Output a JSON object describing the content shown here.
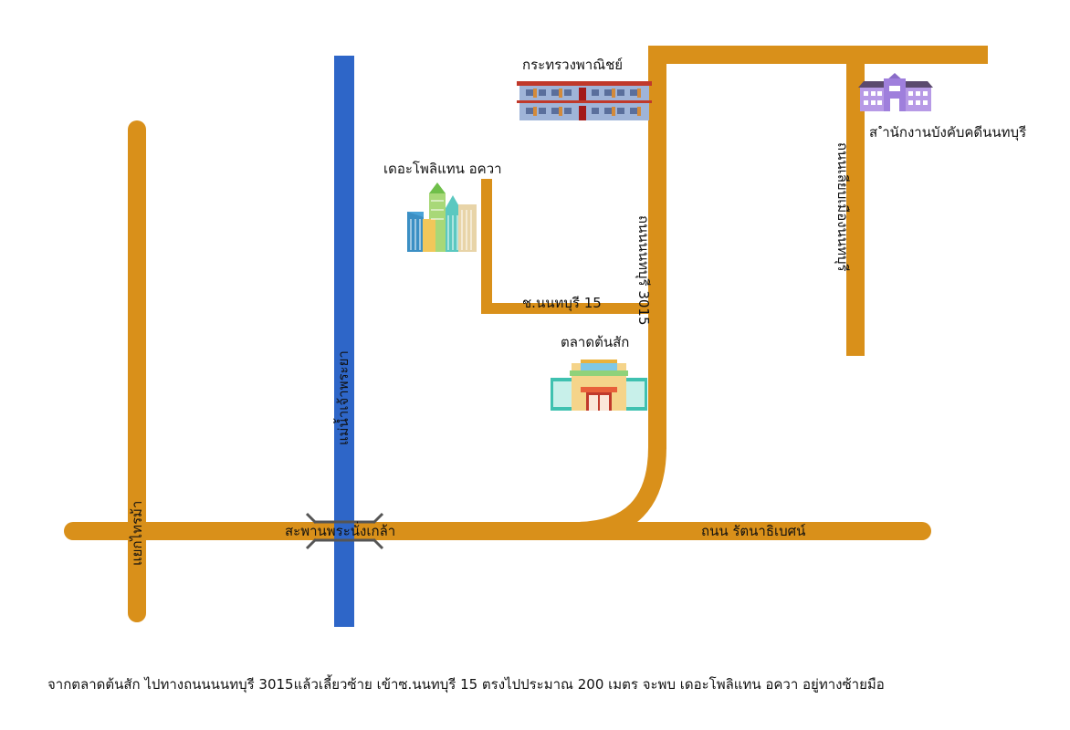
{
  "colors": {
    "road": "#D9901A",
    "river": "#2E66C8",
    "bridge": "#555555"
  },
  "labels": {
    "ministry": "กระทรวงพาณิชย์",
    "enforcement_office": "ส ำนักงานบังคับคดีนนทบุรี",
    "condo": "เดอะโพลิแทน อควา",
    "soi": "ช.นนทบุรี 15",
    "market": "ตลาดต้นสัก",
    "road_3015": "ถนนนนทบุรี 3015",
    "road_mueang": "ถนนเลียบเมืองนนทบุรี",
    "river": "แม่น้ำเจ้าพระยา",
    "left_road": "แยกไทรม้า",
    "bridge": "สะพานพระนั่งเกล้า",
    "rattanathibet": "ถนน รัตนาธิเบศน์"
  },
  "footer": "จากตลาดต้นสัก ไปทางถนนนนทบุรี 3015แล้วเลี้ยวซ้าย เข้าซ.นนทบุรี 15 ตรงไปประมาณ 200 เมตร จะพบ เดอะโพลิแทน อควา อยู่ทางซ้ายมือ",
  "icons": [
    "office-building-icon",
    "government-office-icon",
    "condo-towers-icon",
    "market-building-icon"
  ]
}
